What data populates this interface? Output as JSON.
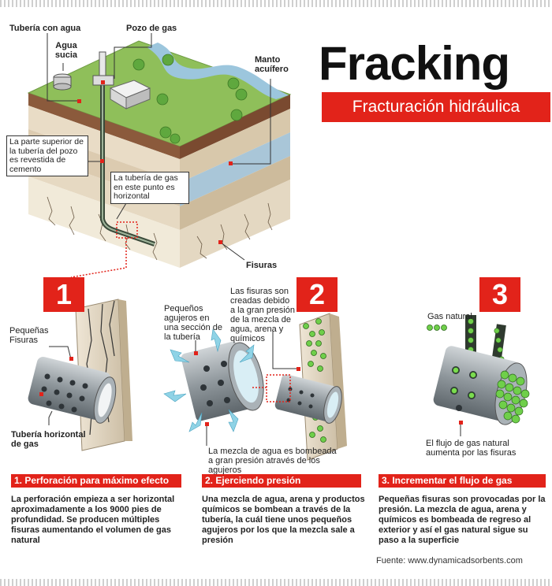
{
  "title": "Fracking",
  "subtitle": "Fracturación hidráulica",
  "labels": {
    "tuberia_agua": "Tubería con agua",
    "pozo_gas": "Pozo de gas",
    "agua_sucia": "Agua sucia",
    "manto_acuifero": "Manto acuífero",
    "superior_tuberia": "La parte superior de la tubería del pozo es revestida de cemento",
    "tuberia_horizontal": "La tubería de gas en este punto es horizontal",
    "fisuras": "Fisuras"
  },
  "steps": [
    {
      "number": "1",
      "heading": "1. Perforación para máximo efecto",
      "text": "La perforación empieza a ser horizontal aproximadamente a los 9000 pies de profundidad. Se producen múltiples fisuras aumentando el volumen de gas natural",
      "labels": [
        "Pequeñas Fisuras",
        "Tubería horizontal de gas"
      ]
    },
    {
      "number": "2",
      "heading": "2. Ejerciendo presión",
      "text": "Una mezcla de agua, arena y productos químicos se bombean a través de la tubería, la cuál tiene unos pequeños agujeros por los que la mezcla sale a presión",
      "labels": [
        "Pequeños agujeros en una sección de la tubería",
        "Las fisuras son creadas debido a la gran presión de la mezcla de agua, arena y químicos",
        "La mezcla de agua es bombeada a gran presión através de los agujeros"
      ]
    },
    {
      "number": "3",
      "heading": "3. Incrementar el flujo de gas",
      "text": "Pequeñas fisuras son provocadas por la presión. La mezcla de agua, arena y químicos es bombeada de regreso al exterior y así el gas natural sigue su paso a la superficie",
      "labels": [
        "Gas natural",
        "El flujo de gas natural aumenta por las fisuras"
      ]
    }
  ],
  "source": "Fuente: www.dynamicadsorbents.com",
  "colors": {
    "accent": "#e2231a",
    "grass": "#8fbf5a",
    "water": "#9cc6dd",
    "pipe": "#8f979c"
  }
}
